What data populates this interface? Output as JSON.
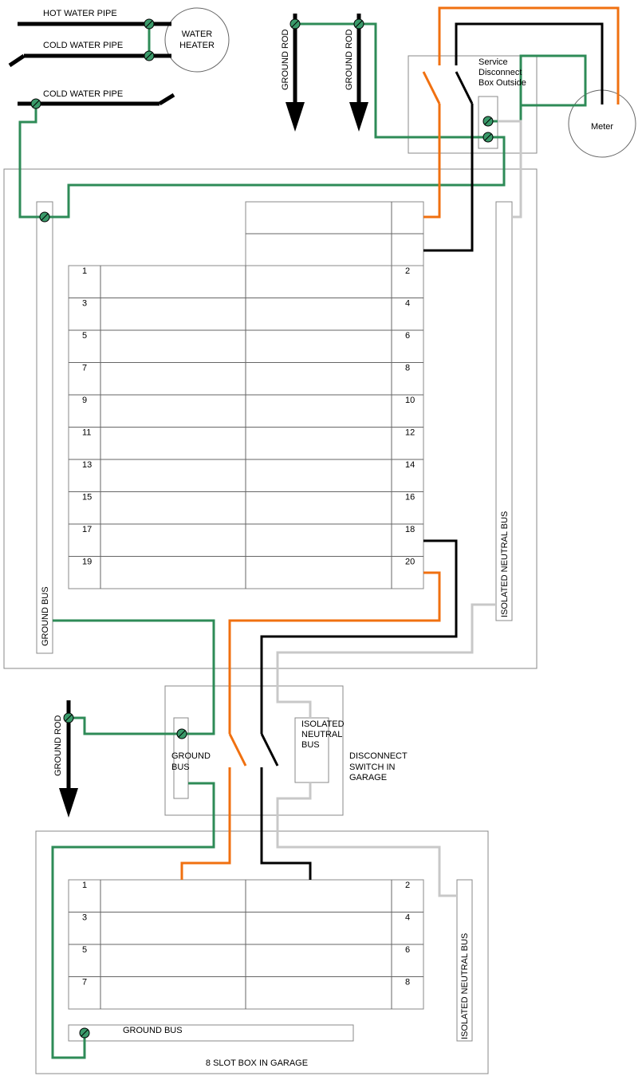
{
  "labels": {
    "hot_water_pipe": "HOT WATER PIPE",
    "cold_water_pipe_1": "COLD WATER PIPE",
    "cold_water_pipe_2": "COLD WATER PIPE",
    "water_heater_1": "WATER",
    "water_heater_2": "HEATER",
    "ground_rod_1": "GROUND ROD",
    "ground_rod_2": "GROUND ROD",
    "ground_rod_3": "GROUND ROD",
    "service_disconnect_1": "Service",
    "service_disconnect_2": "Disconnect",
    "service_disconnect_3": "Box Outside",
    "meter": "Meter",
    "ground_bus_main": "GROUND BUS",
    "isolated_neutral_bus_main": "ISOLATED NEUTRAL BUS",
    "ground_bus_switch_1": "GROUND",
    "ground_bus_switch_2": "BUS",
    "isolated_neutral_switch_1": "ISOLATED",
    "isolated_neutral_switch_2": "NEUTRAL",
    "isolated_neutral_switch_3": "BUS",
    "disconnect_switch_1": "DISCONNECT",
    "disconnect_switch_2": "SWITCH IN",
    "disconnect_switch_3": "GARAGE",
    "ground_bus_garage": "GROUND BUS",
    "isolated_neutral_bus_garage": "ISOLATED NEUTRAL BUS",
    "garage_box": "8 SLOT BOX IN GARAGE"
  },
  "main_panel": {
    "left_numbers": [
      "1",
      "3",
      "5",
      "7",
      "9",
      "11",
      "13",
      "15",
      "17",
      "19"
    ],
    "right_numbers": [
      "2",
      "4",
      "6",
      "8",
      "10",
      "12",
      "14",
      "16",
      "18",
      "20"
    ]
  },
  "garage_panel": {
    "left_numbers": [
      "1",
      "3",
      "5",
      "7"
    ],
    "right_numbers": [
      "2",
      "4",
      "6",
      "8"
    ]
  },
  "colors": {
    "ground_wire": "#2e8b57",
    "hot_wire_a": "#f07010",
    "hot_wire_b": "#000000",
    "neutral_wire": "#c8c8c8"
  }
}
